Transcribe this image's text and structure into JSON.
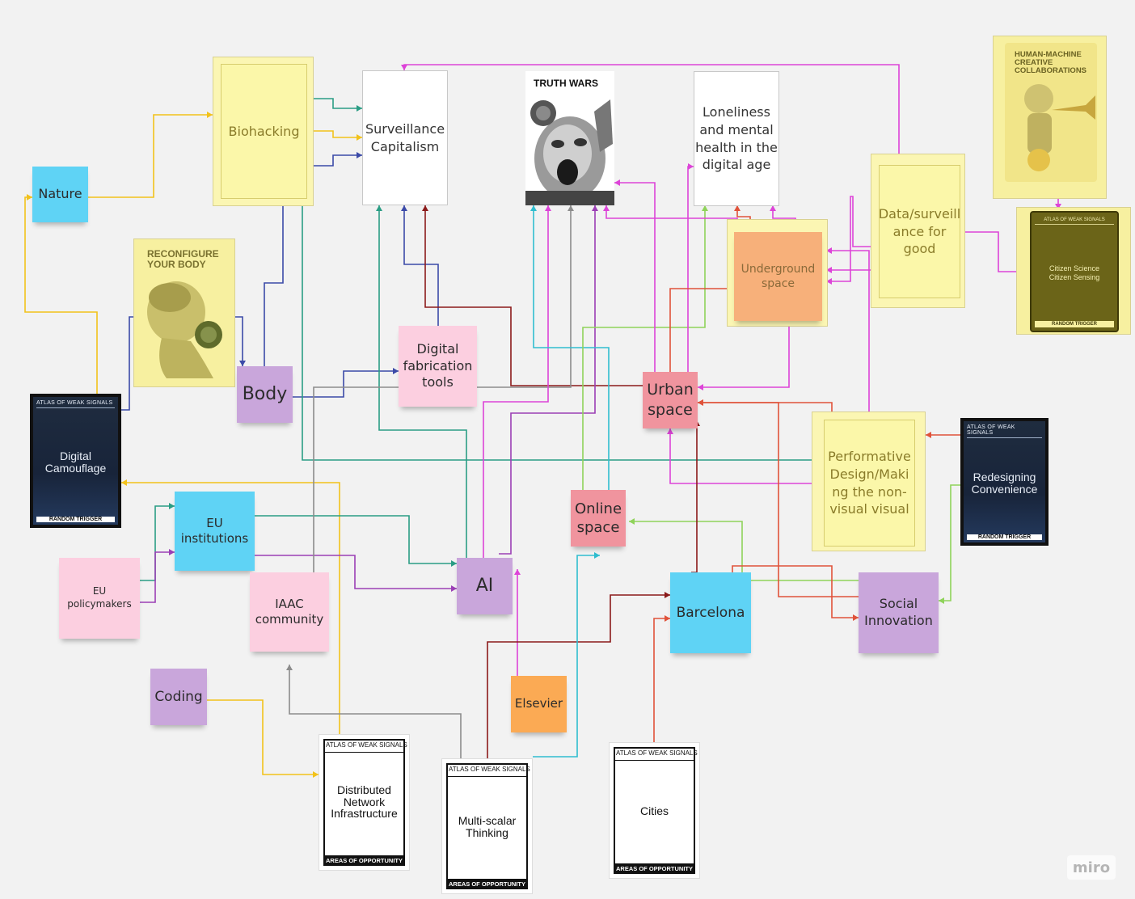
{
  "nodes": {
    "nature": "Nature",
    "biohacking": "Biohacking",
    "surveillance": "Surveillance Capitalism",
    "truth_wars": "TRUTH WARS",
    "loneliness": "Loneliness and mental health in the digital age",
    "data_good": "Data/surveill ance for good",
    "human_machine": "HUMAN-MACHINE CREATIVE COLLABORATIONS",
    "reconfigure": "RECONFIGURE YOUR BODY",
    "body": "Body",
    "digital_fab": "Digital fabrication tools",
    "underground": "Underground space",
    "urban": "Urban space",
    "performative": "Performative Design/Maki ng the non-visual visual",
    "eu_institutions": "EU institutions",
    "eu_policymakers": "EU policymakers",
    "iaac": "IAAC community",
    "ai": "AI",
    "online": "Online space",
    "barcelona": "Barcelona",
    "social": "Social Innovation",
    "coding": "Coding",
    "elsevier": "Elsevier"
  },
  "atlas_cards": {
    "camouflage": {
      "header": "ATLAS OF WEAK SIGNALS",
      "title": "Digital Camouflage",
      "footer": "RANDOM TRIGGER"
    },
    "convenience": {
      "header": "ATLAS OF WEAK SIGNALS",
      "title": "Redesigning Convenience",
      "footer": "RANDOM TRIGGER"
    },
    "citizen": {
      "header": "ATLAS OF WEAK SIGNALS",
      "title": "Citizen Science Citizen Sensing",
      "footer": "RANDOM TRIGGER"
    },
    "distributed": {
      "header": "ATLAS OF WEAK SIGNALS",
      "title": "Distributed Network Infrastructure",
      "footer": "AREAS OF OPPORTUNITY"
    },
    "multiscalar": {
      "header": "ATLAS OF WEAK SIGNALS",
      "title": "Multi-scalar Thinking",
      "footer": "AREAS OF OPPORTUNITY"
    },
    "cities": {
      "header": "ATLAS OF WEAK SIGNALS",
      "title": "Cities",
      "footer": "AREAS OF OPPORTUNITY"
    }
  },
  "brand": "miro",
  "colors": {
    "blue_sticky": "#5fd3f5",
    "purple_sticky": "#c9a6db",
    "pink_sticky": "#fccfe0",
    "red_sticky": "#f0949e",
    "orange_sticky": "#fbaa54",
    "yellow_frame": "#fbf6b3",
    "connector_yellow": "#f2c21b",
    "connector_green": "#2a9d84",
    "connector_navy": "#3b4aa8",
    "connector_magenta": "#dd44d8",
    "connector_purple": "#9b3fb5",
    "connector_cyan": "#2fbdcf",
    "connector_red": "#e0523a",
    "connector_darkred": "#8b1a1a",
    "connector_gray": "#8c8c8c",
    "connector_lime": "#8fd35a"
  }
}
